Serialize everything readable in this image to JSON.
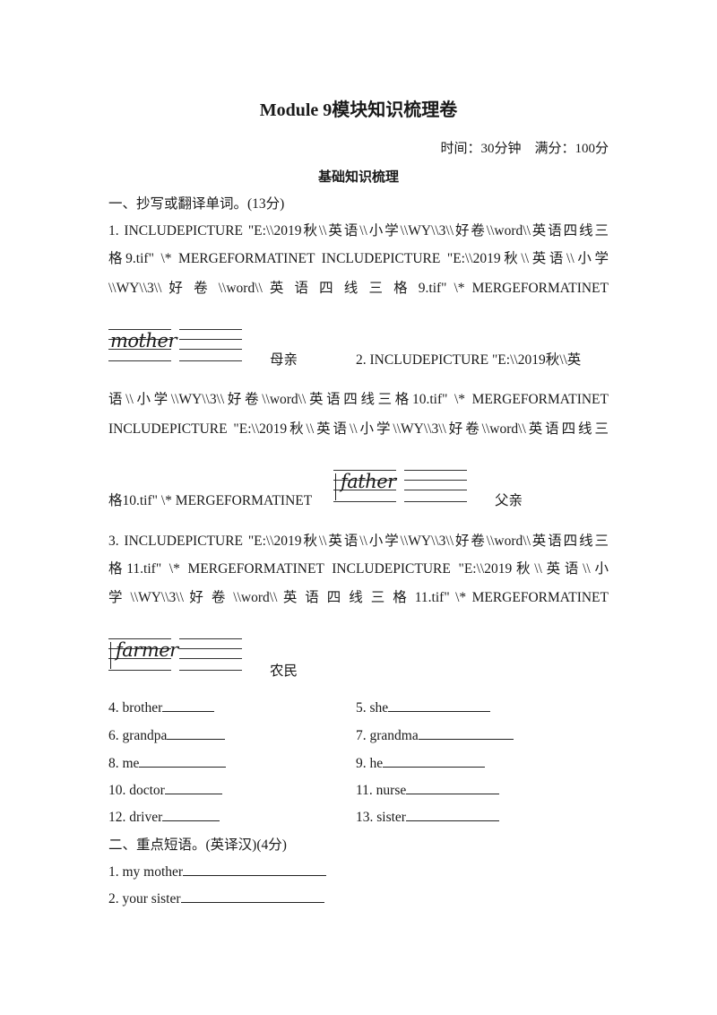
{
  "header": {
    "title": "Module  9模块知识梳理卷",
    "time_info": "时间：30分钟　满分：100分",
    "subtitle": "基础知识梳理"
  },
  "section1": {
    "heading": "一、抄写或翻译单词。(13分)",
    "item1": {
      "line1": "1. INCLUDEPICTURE \"E:\\\\2019秋\\\\英语\\\\小学\\\\WY\\\\3\\\\好卷\\\\word\\\\英语四线三",
      "line2": "格9.tif\" \\* MERGEFORMATINET  INCLUDEPICTURE  \"E:\\\\2019秋\\\\英语\\\\小学",
      "line3": "\\\\WY\\\\3\\\\ 好 卷 \\\\word\\\\ 英 语 四 线 三 格  9.tif\"  \\*  MERGEFORMATINET",
      "word": "mother",
      "meaning": "母亲"
    },
    "item2": {
      "line1": "2. INCLUDEPICTURE \"E:\\\\2019秋\\\\英",
      "line2": "语\\\\小学\\\\WY\\\\3\\\\好卷\\\\word\\\\英语四线三格10.tif\" \\* MERGEFORMATINET",
      "line3": "INCLUDEPICTURE  \"E:\\\\2019秋\\\\英语\\\\小学\\\\WY\\\\3\\\\好卷\\\\word\\\\英语四线三",
      "line4": "格10.tif\" \\* MERGEFORMATINET",
      "word": "father",
      "meaning": "父亲"
    },
    "item3": {
      "line1": "3. INCLUDEPICTURE \"E:\\\\2019秋\\\\英语\\\\小学\\\\WY\\\\3\\\\好卷\\\\word\\\\英语四线三",
      "line2": "格11.tif\" \\* MERGEFORMATINET  INCLUDEPICTURE  \"E:\\\\2019秋\\\\英语\\\\小",
      "line3": "学 \\\\WY\\\\3\\\\ 好 卷 \\\\word\\\\ 英 语 四 线 三 格  11.tif\"  \\*  MERGEFORMATINET",
      "word": "farmer",
      "meaning": "农民"
    },
    "words": [
      {
        "label": "4. brother"
      },
      {
        "label": "5. she"
      },
      {
        "label": "6. grandpa"
      },
      {
        "label": "7. grandma"
      },
      {
        "label": "8. me"
      },
      {
        "label": "9. he"
      },
      {
        "label": "10. doctor"
      },
      {
        "label": "11. nurse"
      },
      {
        "label": "12. driver"
      },
      {
        "label": "13. sister"
      }
    ]
  },
  "section2": {
    "heading": "二、重点短语。(英译汉)(4分)",
    "phrases": [
      {
        "label": "1. my mother"
      },
      {
        "label": "2. your sister"
      }
    ]
  }
}
